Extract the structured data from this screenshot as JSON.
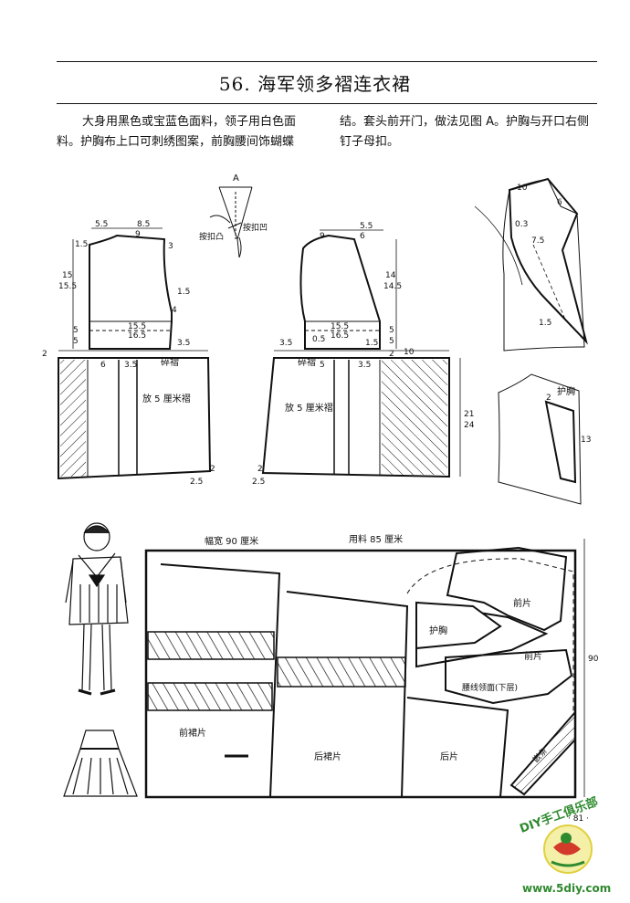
{
  "page": {
    "title": "56. 海军领多褶连衣裙",
    "description_lines_left": [
      "大身用黑色或宝蓝色面料，领子用白色面",
      "料。护胸布上口可刺绣图案，前胸腰间饰蝴蝶"
    ],
    "description_lines_right": [
      "结。套头前开门，做法见图 A。护胸与开口右侧",
      "钉子母扣。"
    ],
    "page_number": "· 81 ·"
  },
  "pattern_labels": {
    "detail_a": "A",
    "snap_male": "按扣凸",
    "snap_female": "按扣凹",
    "pleat_gathers": "碎褶",
    "pleat_5cm_back": "放 5 厘米褶",
    "pleat_5cm_front": "放 5 厘米褶",
    "chest_guard": "护胸",
    "fabric_width": "幅宽 90 厘米",
    "fabric_used": "用料 85 厘米",
    "front_skirt": "前裙片",
    "back_skirt": "后裙片",
    "back_piece": "后片",
    "front_piece": "前片",
    "front_piece_2": "前片",
    "chest_guard_layout": "护胸",
    "collar_facing": "腰线领面(下层)",
    "bias_strip": "嵌条",
    "width_90": "90"
  },
  "dimensions": {
    "back_55": "5.5",
    "back_85": "8.5",
    "back_9": "9",
    "back_15a": "1.5",
    "back_3": "3",
    "back_15": "15",
    "back_155": "15.5",
    "back_15b": "1.5",
    "back_4": "4",
    "back_5a": "5",
    "back_5b": "5",
    "back_155w": "15.5",
    "back_165w": "16.5",
    "back_35": "3.5",
    "back_2a": "2",
    "back_6": "6",
    "back_35b": "3.5",
    "back_2b": "2",
    "back_25": "2.5",
    "front_55": "5.5",
    "front_6": "6",
    "front_9": "9",
    "front_14": "14",
    "front_145": "14.5",
    "front_5a": "5",
    "front_5b": "5",
    "front_155w": "15.5",
    "front_165w": "16.5",
    "front_35": "3.5",
    "front_05": "0.5",
    "front_15": "1.5",
    "front_2a": "2",
    "front_10": "10",
    "front_5c": "5",
    "front_35b": "3.5",
    "front_21": "21",
    "front_24": "24",
    "front_2b": "2",
    "front_25": "2.5",
    "collar_10": "10",
    "collar_6": "6",
    "collar_03": "0.3",
    "collar_75": "7.5",
    "collar_15": "1.5",
    "guard_2": "2",
    "guard_13": "13"
  },
  "watermark": {
    "line1": "DIY手工俱乐部",
    "line2": "www.5diy.com"
  },
  "colors": {
    "ink": "#111111",
    "paper": "#ffffff",
    "logo_green": "#2f8a2f",
    "logo_red": "#d23a2a"
  }
}
